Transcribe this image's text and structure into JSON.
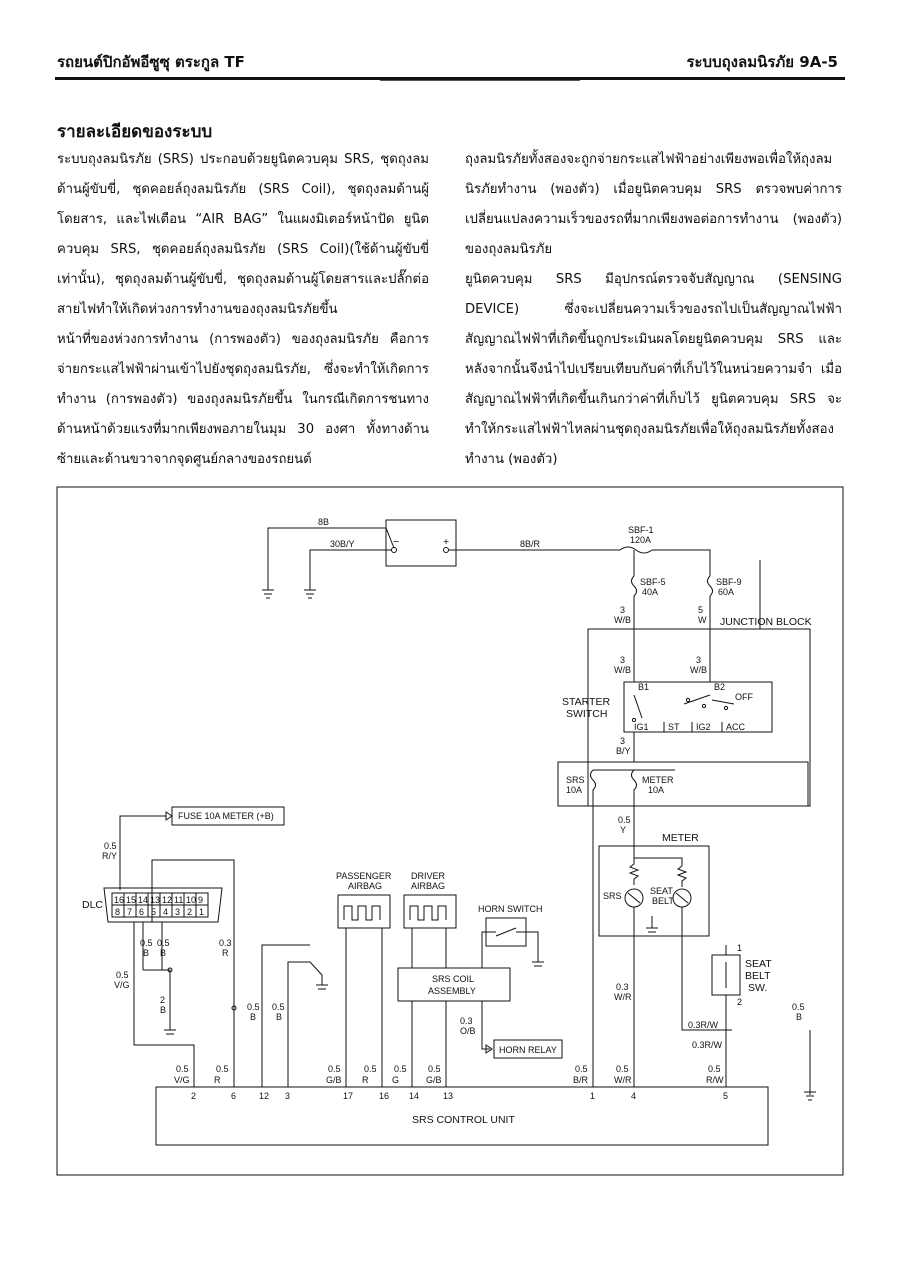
{
  "header": {
    "left": "รถยนต์ปิกอัพอีซูซุ ตระกูล TF",
    "right": "ระบบถุงลมนิรภัย 9A-5"
  },
  "section_title": "รายละเอียดของระบบ",
  "left_column": [
    "ระบบถุงลมนิรภัย (SRS) ประกอบด้วยยูนิตควบคุม SRS, ชุดถุงลมด้านผู้ขับขี่, ชุดคอยล์ถุงลมนิรภัย (SRS Coil), ชุดถุงลมด้านผู้โดยสาร, และไฟเตือน “AIR BAG” ในแผงมิเตอร์หน้าปัด ยูนิตควบคุม SRS, ชุดคอยล์ถุงลมนิรภัย (SRS Coil)(ใช้ด้านผู้ขับขี่เท่านั้น), ชุดถุงลมด้านผู้ขับขี่, ชุดถุงลมด้านผู้โดยสารและปลั๊กต่อสายไฟทำให้เกิดห่วงการทำงานของถุงลมนิรภัยขึ้น",
    "หน้าที่ของห่วงการทำงาน (การพองตัว) ของถุงลมนิรภัย คือการจ่ายกระแสไฟฟ้าผ่านเข้าไปยังชุดถุงลมนิรภัย, ซึ่งจะทำให้เกิดการทำงาน (การพองตัว) ของถุงลมนิรภัยขึ้น ในกรณีเกิดการชนทางด้านหน้าด้วยแรงที่มากเพียงพอภายในมุม 30 องศา ทั้งทางด้านซ้ายและด้านขวาจากจุดศูนย์กลางของรถยนต์"
  ],
  "right_column": [
    "ถุงลมนิรภัยทั้งสองจะถูกจ่ายกระแสไฟฟ้าอย่างเพียงพอเพื่อให้ถุงลมนิรภัยทำงาน (พองตัว) เมื่อยูนิตควบคุม SRS ตรวจพบค่าการเปลี่ยนแปลงความเร็วของรถที่มากเพียงพอต่อการทำงาน (พองตัว) ของถุงลมนิรภัย",
    "ยูนิตควบคุม SRS มีอุปกรณ์ตรวจจับสัญญาณ (SENSING DEVICE) ซึ่งจะเปลี่ยนความเร็วของรถไปเป็นสัญญาณไฟฟ้า สัญญาณไฟฟ้าที่เกิดขึ้นถูกประเมินผลโดยยูนิตควบคุม SRS และหลังจากนั้นจึงนำไปเปรียบเทียบกับค่าที่เก็บไว้ในหน่วยความจำ เมื่อสัญญาณไฟฟ้าที่เกิดขึ้นเกินกว่าค่าที่เก็บไว้ ยูนิตควบคุม SRS จะทำให้กระแสไฟฟ้าไหลผ่านชุดถุงลมนิรภัยเพื่อให้ถุงลมนิรภัยทั้งสองทำงาน (พองตัว)"
  ],
  "diagram": {
    "battery": {
      "minus": "−",
      "plus": "+"
    },
    "wires": {
      "w8b": "8B",
      "w30by": "30B/Y",
      "w8br": "8B/R"
    },
    "fuses": {
      "sbf1": "SBF-1",
      "sbf1_amp": "120A",
      "sbf5": "SBF-5",
      "sbf5_amp": "40A",
      "sbf9": "SBF-9",
      "sbf9_amp": "60A",
      "srs": "SRS",
      "srs_amp": "10A",
      "meter": "METER",
      "meter_amp": "10A"
    },
    "junction_block": "JUNCTION BLOCK",
    "starter_switch": {
      "line1": "STARTER",
      "line2": "SWITCH",
      "b1": "B1",
      "b2": "B2",
      "off": "OFF",
      "ig1": "IG1",
      "st": "ST",
      "ig2": "IG2",
      "acc": "ACC"
    },
    "fuse_meter_label": "FUSE 10A METER (+B)",
    "dlc": {
      "label": "DLC",
      "top_pins": [
        "16",
        "15",
        "14",
        "13",
        "12",
        "11",
        "10",
        "9"
      ],
      "bottom_pins": [
        "8",
        "7",
        "6",
        "5",
        "4",
        "3",
        "2",
        "1"
      ]
    },
    "passenger_airbag": [
      "PASSENGER",
      "AIRBAG"
    ],
    "driver_airbag": [
      "DRIVER",
      "AIRBAG"
    ],
    "horn_switch": "HORN SWITCH",
    "srs_coil": [
      "SRS COIL",
      "ASSEMBLY"
    ],
    "horn_relay": "HORN RELAY",
    "meter_box": {
      "title": "METER",
      "srs": "SRS",
      "seat": "SEAT",
      "belt": "BELT"
    },
    "seat_belt_sw": [
      "SEAT",
      "BELT",
      "SW."
    ],
    "control_unit": "SRS CONTROL UNIT",
    "wire_labels": {
      "n3a": "3",
      "wba": "W/B",
      "n5": "5",
      "w": "W",
      "n3b": "3",
      "wbb": "W/B",
      "n3c": "3",
      "wbc": "W/B",
      "n3d": "3",
      "by": "B/Y",
      "y05": "0.5",
      "y": "Y",
      "ry05": "0.5",
      "ry": "R/Y",
      "b05a": "0.5",
      "ba": "B",
      "b05b": "0.5",
      "bb": "B",
      "r03": "0.3",
      "r": "R",
      "vg05": "0.5",
      "vg": "V/G",
      "b2n": "2",
      "b2": "B",
      "p12_05": "0.5",
      "p12_b": "B",
      "p3_05": "0.5",
      "p3_b": "B",
      "ob03": "0.3",
      "ob": "O/B",
      "wr03": "0.3",
      "wr": "W/R",
      "rw03a": "0.3R/W",
      "rw03b": "0.3R/W",
      "sb1": "1",
      "sb2": "2",
      "gnd05": "0.5",
      "gndb": "B"
    },
    "pins": [
      {
        "n": "2",
        "g": "0.5",
        "c": "V/G"
      },
      {
        "n": "6",
        "g": "0.5",
        "c": "R"
      },
      {
        "n": "12",
        "g": "",
        "c": ""
      },
      {
        "n": "3",
        "g": "",
        "c": ""
      },
      {
        "n": "17",
        "g": "0.5",
        "c": "G/B"
      },
      {
        "n": "16",
        "g": "0.5",
        "c": "R"
      },
      {
        "n": "14",
        "g": "0.5",
        "c": "G"
      },
      {
        "n": "13",
        "g": "0.5",
        "c": "G/B"
      },
      {
        "n": "1",
        "g": "0.5",
        "c": "B/R"
      },
      {
        "n": "4",
        "g": "0.5",
        "c": "W/R"
      },
      {
        "n": "5",
        "g": "0.5",
        "c": "R/W"
      }
    ]
  }
}
